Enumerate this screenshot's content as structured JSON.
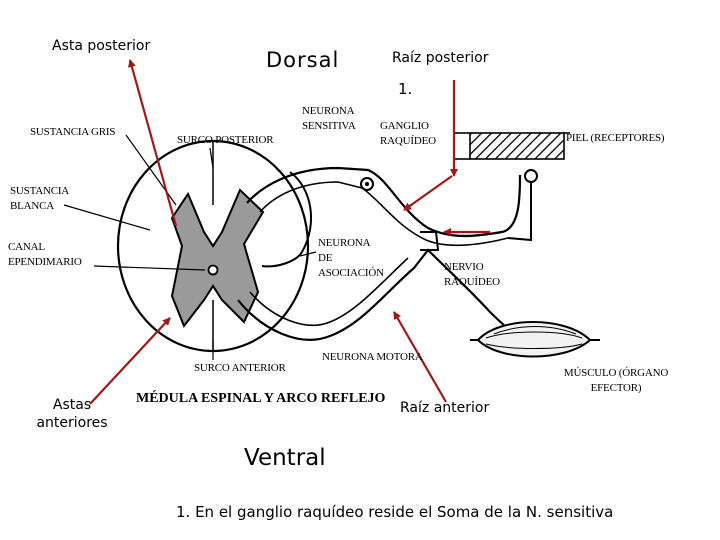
{
  "slide": {
    "dorsal": "Dorsal",
    "ventral": "Ventral",
    "caption": "1. En el ganglio raquídeo reside el Soma de la N. sensitiva"
  },
  "annotations": {
    "asta_posterior": "Asta posterior",
    "raiz_posterior": "Raíz posterior",
    "number_marker": "1.",
    "astas_anteriores": "Astas anteriores",
    "raiz_anterior": "Raíz anterior"
  },
  "diagram": {
    "title": "MÉDULA ESPINAL Y ARCO REFLEJO",
    "labels": {
      "sustancia_gris": "SUSTANCIA GRIS",
      "surco_posterior": "SURCO POSTERIOR",
      "neurona_sensitiva": "NEURONA SENSITIVA",
      "ganglio_raquideo": "GANGLIO RAQUÍDEO",
      "piel": "PIEL (RECEPTORES)",
      "sustancia_blanca": "SUSTANCIA BLANCA",
      "canal_ependimario": "CANAL EPENDIMARIO",
      "neurona_asociacion": "NEURONA DE ASOCIACIÓN",
      "nervio_raquideo": "NERVIO RAQUÍDEO",
      "surco_anterior": "SURCO ANTERIOR",
      "neurona_motora": "NEURONA MOTORA",
      "musculo": "MÚSCULO (ÓRGANO EFECTOR)"
    }
  },
  "colors": {
    "arrow": "#a01818",
    "gray_matter": "#9a9a9a",
    "ink": "#000000",
    "background": "#ffffff"
  }
}
